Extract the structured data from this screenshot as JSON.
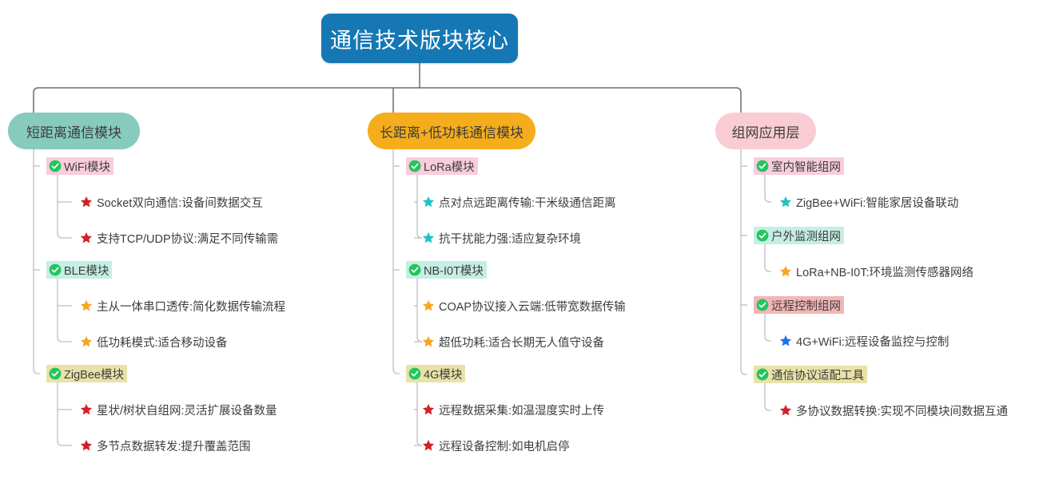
{
  "root": {
    "label": "通信技术版块核心",
    "color": "#1578b4",
    "text_color": "#ffffff"
  },
  "branches": [
    {
      "id": "short-range",
      "label": "短距离通信模块",
      "color": "#86cbbd",
      "children": [
        {
          "label": "WiFi模块",
          "highlight": "#f9cddd",
          "icon": "check-circle-icon",
          "leaves": [
            {
              "label": "Socket双向通信:设备间数据交互",
              "icon": "star-icon",
              "star_color": "#d42027"
            },
            {
              "label": "支持TCP/UDP协议:满足不同传输需",
              "icon": "star-icon",
              "star_color": "#d42027"
            }
          ]
        },
        {
          "label": "BLE模块",
          "highlight": "#c5eee4",
          "icon": "check-circle-icon",
          "leaves": [
            {
              "label": "主从一体串口透传:简化数据传输流程",
              "icon": "star-icon",
              "star_color": "#f5a623"
            },
            {
              "label": "低功耗模式:适合移动设备",
              "icon": "star-icon",
              "star_color": "#f5a623"
            }
          ]
        },
        {
          "label": "ZigBee模块",
          "highlight": "#e8e2a8",
          "icon": "check-circle-icon",
          "leaves": [
            {
              "label": "星状/树状自组网:灵活扩展设备数量",
              "icon": "star-icon",
              "star_color": "#d42027"
            },
            {
              "label": "多节点数据转发:提升覆盖范围",
              "icon": "star-icon",
              "star_color": "#d42027"
            }
          ]
        }
      ]
    },
    {
      "id": "long-range-lowpower",
      "label": "长距离+低功耗通信模块",
      "color": "#f5ad1b",
      "children": [
        {
          "label": "LoRa模块",
          "highlight": "#f9cddd",
          "icon": "check-circle-icon",
          "leaves": [
            {
              "label": "点对点远距离传输:干米级通信距离",
              "icon": "star-icon",
              "star_color": "#1fc4c4"
            },
            {
              "label": "抗干扰能力强:适应复杂环境",
              "icon": "star-icon",
              "star_color": "#1fc4c4"
            }
          ]
        },
        {
          "label": "NB-I0T模块",
          "highlight": "#c5eee4",
          "icon": "check-circle-icon",
          "leaves": [
            {
              "label": "COAP协议接入云端:低带宽数据传输",
              "icon": "star-icon",
              "star_color": "#f5a623"
            },
            {
              "label": "超低功耗:适合长期无人值守设备",
              "icon": "star-icon",
              "star_color": "#f5a623"
            }
          ]
        },
        {
          "label": "4G模块",
          "highlight": "#e8e2a8",
          "icon": "check-circle-icon",
          "leaves": [
            {
              "label": "远程数据采集:如温湿度实时上传",
              "icon": "star-icon",
              "star_color": "#d42027"
            },
            {
              "label": "远程设备控制:如电机启停",
              "icon": "star-icon",
              "star_color": "#d42027"
            }
          ]
        }
      ]
    },
    {
      "id": "networking-application",
      "label": "组网应用层",
      "color": "#f9ccd3",
      "children": [
        {
          "label": "室内智能组网",
          "highlight": "#f9cddd",
          "icon": "check-circle-icon",
          "leaves": [
            {
              "label": "ZigBee+WiFi:智能家居设备联动",
              "icon": "star-icon",
              "star_color": "#1fc4c4"
            }
          ]
        },
        {
          "label": "户外监测组网",
          "highlight": "#c5eee4",
          "icon": "check-circle-icon",
          "leaves": [
            {
              "label": "LoRa+NB-I0T:环境监测传感器网络",
              "icon": "star-icon",
              "star_color": "#f5a623"
            }
          ]
        },
        {
          "label": "远程控制组网",
          "highlight": "#f3b6b6",
          "icon": "check-circle-icon",
          "leaves": [
            {
              "label": "4G+WiFi:远程设备监控与控制",
              "icon": "star-icon",
              "star_color": "#1a73e8"
            }
          ]
        },
        {
          "label": "通信协议适配工具",
          "highlight": "#e8e2a8",
          "icon": "check-circle-icon",
          "leaves": [
            {
              "label": "多协议数据转换:实现不同模块间数据互通",
              "icon": "star-icon",
              "star_color": "#d42027"
            }
          ]
        }
      ]
    }
  ],
  "style": {
    "link_color": "#6b6b6b",
    "sub_link_color": "#bdbdbd",
    "check_color": "#22c55e",
    "background": "#ffffff"
  }
}
